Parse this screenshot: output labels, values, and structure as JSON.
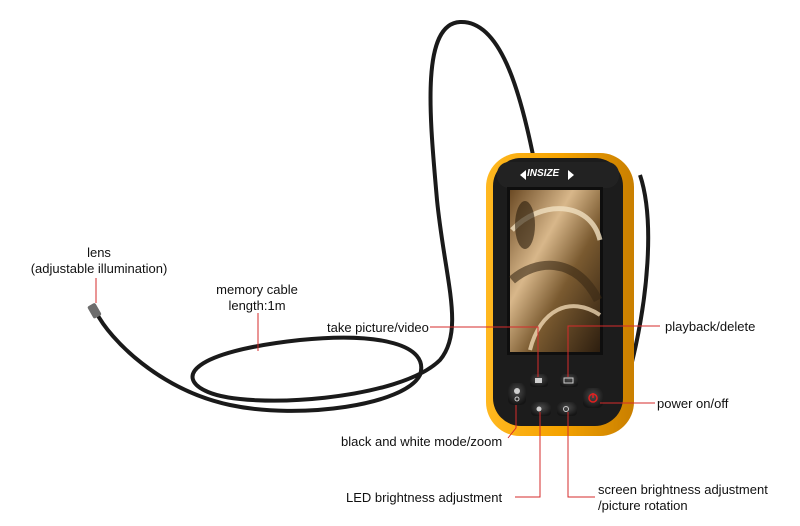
{
  "diagram": {
    "brand": "INSIZE",
    "labels": {
      "lens": {
        "line1": "lens",
        "line2": "(adjustable illumination)"
      },
      "cable": {
        "line1": "memory cable",
        "line2": "length:1m"
      },
      "take_picture": "take picture/video",
      "playback": "playback/delete",
      "power": "power on/off",
      "bw_mode": "black and white mode/zoom",
      "led_brightness": "LED brightness adjustment",
      "screen_brightness": {
        "line1": "screen brightness adjustment",
        "line2": "/picture rotation"
      }
    },
    "colors": {
      "leader_line": "#d62b2b",
      "housing_yellow": "#f5a300",
      "housing_black": "#1c1c1c",
      "cable": "#1a1a1a",
      "power_accent": "#e02020"
    },
    "icons": [
      "camera-icon",
      "gallery-icon",
      "contrast-icon",
      "led-icon",
      "brightness-icon",
      "power-icon",
      "zoom-icon"
    ]
  }
}
